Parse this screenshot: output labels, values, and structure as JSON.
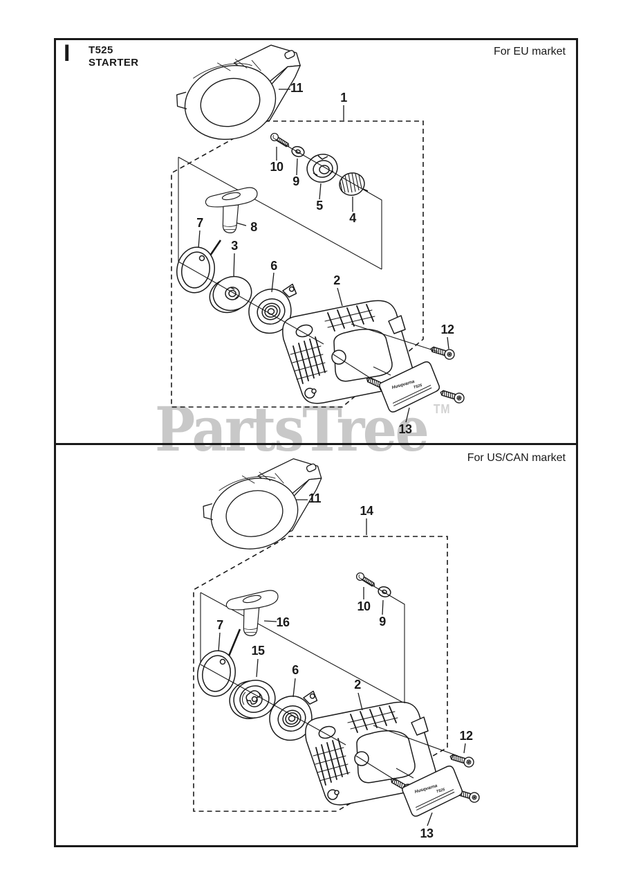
{
  "page": {
    "section_letter": "I",
    "model": "T525",
    "section_title": "STARTER",
    "watermark_text": "PartsTree",
    "watermark_tm": "TM",
    "colors": {
      "line": "#1a1a1a",
      "watermark": "#c8c8c8",
      "background": "#ffffff"
    }
  },
  "panels": [
    {
      "market_label": "For EU market",
      "callouts": [
        {
          "number": "1"
        },
        {
          "number": "11"
        },
        {
          "number": "10"
        },
        {
          "number": "9"
        },
        {
          "number": "5"
        },
        {
          "number": "4"
        },
        {
          "number": "7"
        },
        {
          "number": "8"
        },
        {
          "number": "3"
        },
        {
          "number": "6"
        },
        {
          "number": "2"
        },
        {
          "number": "12"
        },
        {
          "number": "13"
        }
      ]
    },
    {
      "market_label": "For US/CAN market",
      "callouts": [
        {
          "number": "14"
        },
        {
          "number": "11"
        },
        {
          "number": "10"
        },
        {
          "number": "9"
        },
        {
          "number": "7"
        },
        {
          "number": "16"
        },
        {
          "number": "15"
        },
        {
          "number": "6"
        },
        {
          "number": "2"
        },
        {
          "number": "12"
        },
        {
          "number": "13"
        }
      ]
    }
  ],
  "label_plate": {
    "brand": "Husqvarna",
    "model": "T525"
  }
}
